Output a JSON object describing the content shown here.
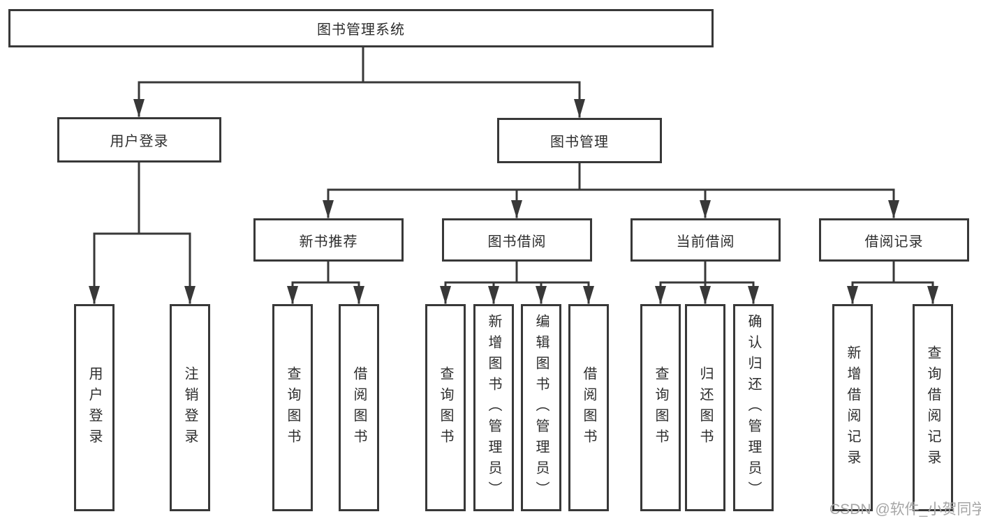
{
  "colors": {
    "line": "#383838",
    "text": "#2d2d2d",
    "background": "#ffffff",
    "watermark": "#a6a6a6"
  },
  "watermark": {
    "text": "CSDN @软件_小贺同学"
  },
  "diagram": {
    "type": "tree",
    "title": {
      "label": "图书管理系统"
    },
    "level2": {
      "user_login": {
        "label": "用户登录"
      },
      "book_management": {
        "label": "图书管理"
      }
    },
    "level3": {
      "new_book_recommend": {
        "label": "新书推荐"
      },
      "book_borrow": {
        "label": "图书借阅"
      },
      "current_borrow": {
        "label": "当前借阅"
      },
      "borrow_records": {
        "label": "借阅记录"
      }
    },
    "leaves": {
      "user_login": [
        {
          "label": "用户登录"
        },
        {
          "label": "注销登录"
        }
      ],
      "new_book_recommend": [
        {
          "label": "查询图书"
        },
        {
          "label": "借阅图书"
        }
      ],
      "book_borrow": [
        {
          "label": "查询图书"
        },
        {
          "label": "新增图书（管理员）"
        },
        {
          "label": "编辑图书（管理员）"
        },
        {
          "label": "借阅图书"
        }
      ],
      "current_borrow": [
        {
          "label": "查询图书"
        },
        {
          "label": "归还图书"
        },
        {
          "label": "确认归还（管理员）"
        }
      ],
      "borrow_records": [
        {
          "label": "新增借阅记录"
        },
        {
          "label": "查询借阅记录"
        }
      ]
    }
  }
}
